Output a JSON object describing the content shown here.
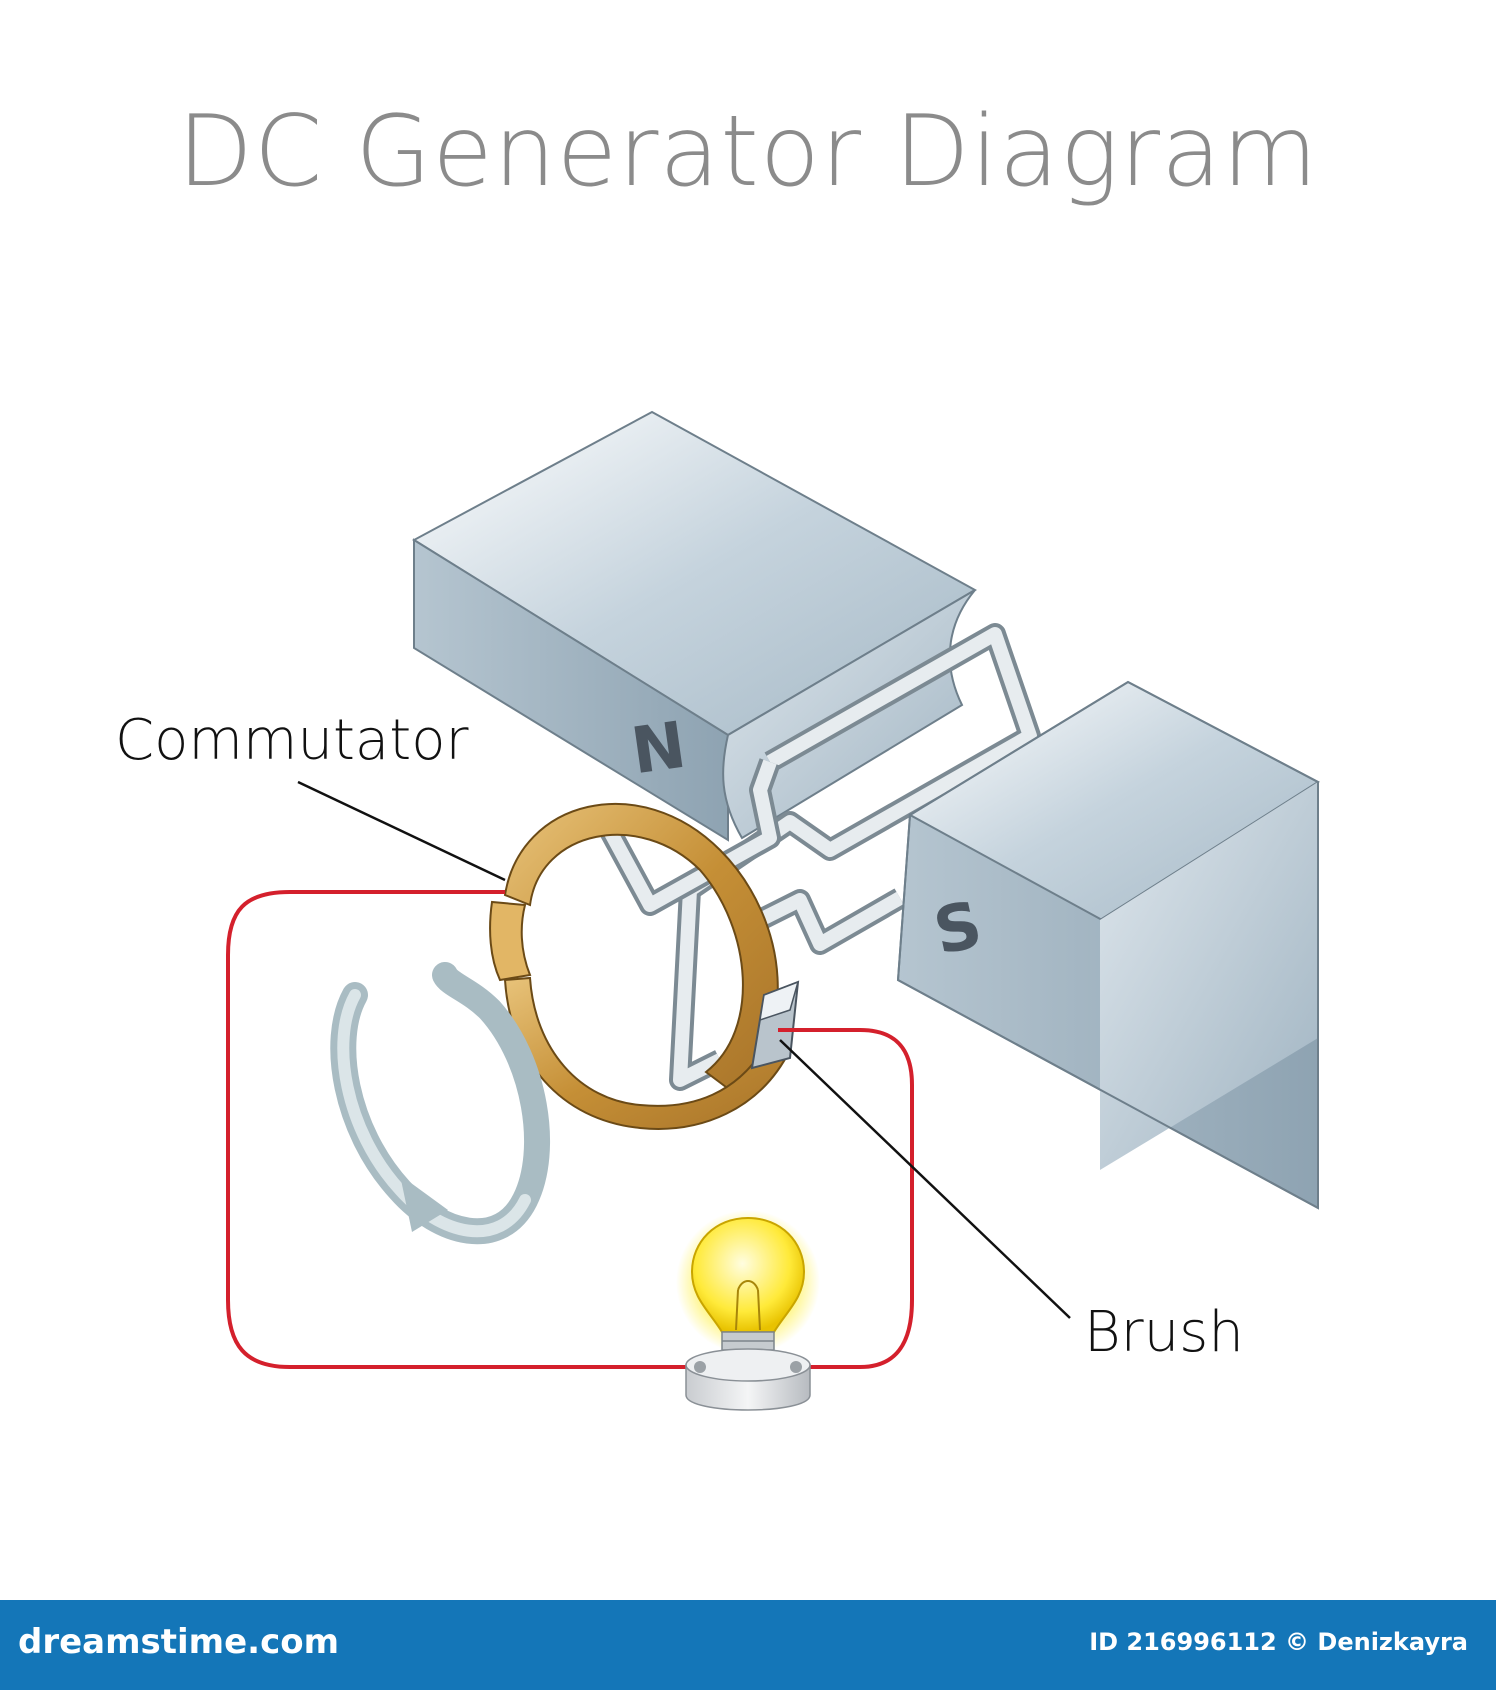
{
  "title": "DC Generator Diagram",
  "labels": {
    "commutator": "Commutator",
    "brush": "Brush",
    "north_pole": "N",
    "south_pole": "S"
  },
  "footer": {
    "brand": "dreamstime.com",
    "image_credit": "ID 216996112 © Denizkayra"
  },
  "colors": {
    "wire": "#d4202c",
    "commutator": "#c9953a",
    "magnet": "#9fb3c1",
    "footer": "#1476b8"
  }
}
